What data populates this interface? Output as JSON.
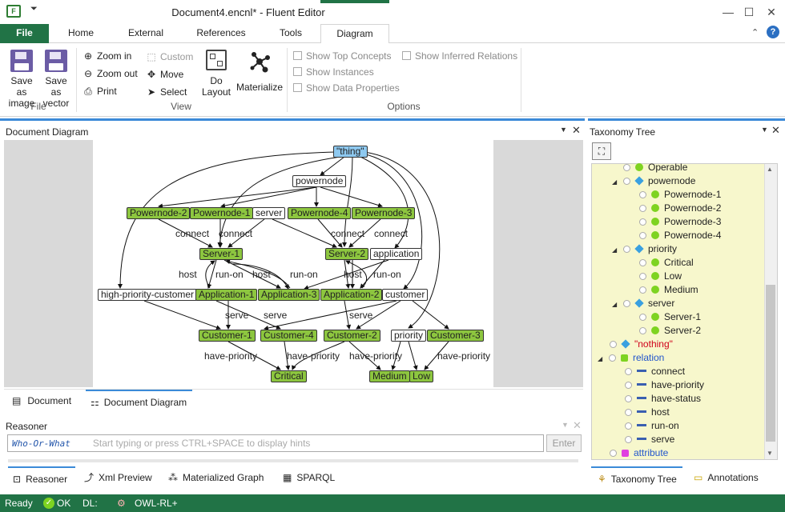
{
  "window": {
    "title": "Document4.encnl* - Fluent Editor",
    "app_icon": "F",
    "qa_icon": "quick-access-dropdown-icon",
    "help_glyph": "?",
    "controls": {
      "minimize": "—",
      "maximize": "☐",
      "close": "✕"
    }
  },
  "ribbon": {
    "tabs": [
      "File",
      "Home",
      "External",
      "References",
      "Tools",
      "Diagram"
    ],
    "active_tab": "Diagram",
    "accent": "#217346",
    "file_group": {
      "label": "File",
      "save_image": [
        "Save as",
        "image"
      ],
      "save_vector": [
        "Save as",
        "vector"
      ]
    },
    "view_group": {
      "label": "View",
      "zoom_in": "Zoom in",
      "zoom_out": "Zoom out",
      "print": "Print",
      "custom": "Custom",
      "move": "Move",
      "select": "Select",
      "do_layout": [
        "Do",
        "Layout"
      ],
      "materialize": "Materialize"
    },
    "options_group": {
      "label": "Options",
      "show_top_concepts": "Show Top Concepts",
      "show_inferred_relations": "Show Inferred Relations",
      "show_instances": "Show Instances",
      "show_data_properties": "Show Data Properties"
    }
  },
  "document_panel": {
    "title": "Document Diagram",
    "tabs": [
      "Document",
      "Document Diagram"
    ],
    "active_tab": "Document Diagram"
  },
  "diagram": {
    "nodes": {
      "thing": "\"thing\"",
      "powernode": "powernode",
      "pn2": "Powernode-2",
      "pn1": "Powernode-1",
      "server": "server",
      "pn4": "Powernode-4",
      "pn3": "Powernode-3",
      "s1": "Server-1",
      "s2": "Server-2",
      "application": "application",
      "hpc": "high-priority-customer",
      "a1": "Application-1",
      "a3": "Application-3",
      "a2": "Application-2",
      "customer": "customer",
      "c1": "Customer-1",
      "c4": "Customer-4",
      "c2": "Customer-2",
      "priority": "priority",
      "c3": "Customer-3",
      "critical": "Critical",
      "medium": "Medium",
      "low": "Low"
    },
    "edge_labels": {
      "connect": "connect",
      "host": "host",
      "run_on": "run-on",
      "serve": "serve",
      "have_priority": "have-priority"
    }
  },
  "reasoner": {
    "title": "Reasoner",
    "keyword": "Who-Or-What",
    "placeholder": "Start typing or press CTRL+SPACE to display hints",
    "enter": "Enter",
    "tabs": [
      "Reasoner",
      "Xml Preview",
      "Materialized Graph",
      "SPARQL"
    ],
    "active_tab": "Reasoner"
  },
  "taxonomy": {
    "title": "Taxonomy Tree",
    "items": [
      {
        "label": "Operable",
        "kind": "concept"
      },
      {
        "label": "powernode",
        "kind": "category"
      },
      {
        "label": "Powernode-1",
        "kind": "instance"
      },
      {
        "label": "Powernode-2",
        "kind": "instance"
      },
      {
        "label": "Powernode-3",
        "kind": "instance"
      },
      {
        "label": "Powernode-4",
        "kind": "instance"
      },
      {
        "label": "priority",
        "kind": "category"
      },
      {
        "label": "Critical",
        "kind": "instance"
      },
      {
        "label": "Low",
        "kind": "instance"
      },
      {
        "label": "Medium",
        "kind": "instance"
      },
      {
        "label": "server",
        "kind": "category"
      },
      {
        "label": "Server-1",
        "kind": "instance"
      },
      {
        "label": "Server-2",
        "kind": "instance"
      },
      {
        "label": "\"nothing\"",
        "kind": "nothing"
      },
      {
        "label": "relation",
        "kind": "relation-root"
      },
      {
        "label": "connect",
        "kind": "relation"
      },
      {
        "label": "have-priority",
        "kind": "relation"
      },
      {
        "label": "have-status",
        "kind": "relation"
      },
      {
        "label": "host",
        "kind": "relation"
      },
      {
        "label": "run-on",
        "kind": "relation"
      },
      {
        "label": "serve",
        "kind": "relation"
      },
      {
        "label": "attribute",
        "kind": "attribute-root"
      }
    ],
    "tabs": [
      "Taxonomy Tree",
      "Annotations"
    ],
    "active_tab": "Taxonomy Tree"
  },
  "status": {
    "ready": "Ready",
    "ok": "OK",
    "dl": "DL:",
    "profile": "OWL-RL+"
  }
}
